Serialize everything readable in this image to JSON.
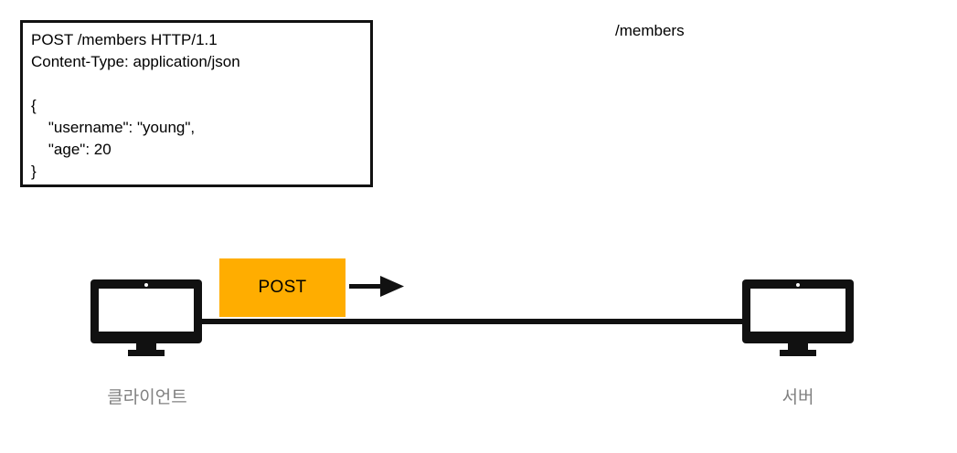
{
  "diagram": {
    "title": "HTTP POST request from client to server",
    "background_color": "#ffffff",
    "request_box": {
      "name": "http-request",
      "border_color": "#111111",
      "text": "POST /members HTTP/1.1\nContent-Type: application/json\n\n{\n    \"username\": \"young\",\n    \"age\": 20\n}",
      "method": "POST",
      "path": "/members",
      "http_version": "HTTP/1.1",
      "headers": [
        {
          "name": "Content-Type",
          "value": "application/json"
        }
      ],
      "body": {
        "username": "young",
        "age": 20
      }
    },
    "endpoint_label": "/members",
    "badge": {
      "label": "POST",
      "background_color": "#ffad00",
      "text_color": "#000000"
    },
    "arrow": {
      "name": "flow-arrow-right",
      "direction": "right",
      "color": "#111111"
    },
    "connection": {
      "name": "client-server-link",
      "color": "#111111"
    },
    "nodes": [
      {
        "id": "client",
        "icon": "monitor-icon",
        "caption": "클라이언트",
        "caption_color": "#808080"
      },
      {
        "id": "server",
        "icon": "monitor-icon",
        "caption": "서버",
        "caption_color": "#808080"
      }
    ]
  }
}
